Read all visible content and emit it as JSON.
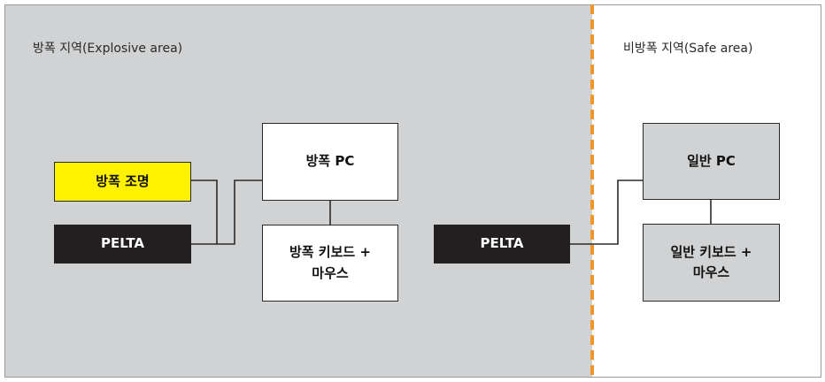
{
  "diagram": {
    "zones": {
      "explosive": {
        "label": "방폭 지역(Explosive area)"
      },
      "safe": {
        "label": "비방폭 지역(Safe area)"
      }
    },
    "nodes": {
      "explosion_proof_lighting": "방폭 조명",
      "pelta_left": "PELTA",
      "explosion_proof_pc": "방폭 PC",
      "explosion_proof_keyboard_mouse": "방폭 키보드 +\n마우스",
      "pelta_right": "PELTA",
      "general_pc": "일반 PC",
      "general_keyboard_mouse": "일반 키보드 +\n마우스"
    },
    "colors": {
      "explosive_zone": "#d1d2d4",
      "safe_zone": "#ffffff",
      "divider": "#f0962a",
      "highlight": "#fff200",
      "dark_node": "#231f20"
    },
    "edges": [
      [
        "explosion_proof_lighting",
        "explosion_proof_pc"
      ],
      [
        "pelta_left",
        "explosion_proof_pc"
      ],
      [
        "explosion_proof_pc",
        "explosion_proof_keyboard_mouse"
      ],
      [
        "pelta_right",
        "general_pc"
      ],
      [
        "general_pc",
        "general_keyboard_mouse"
      ]
    ]
  }
}
